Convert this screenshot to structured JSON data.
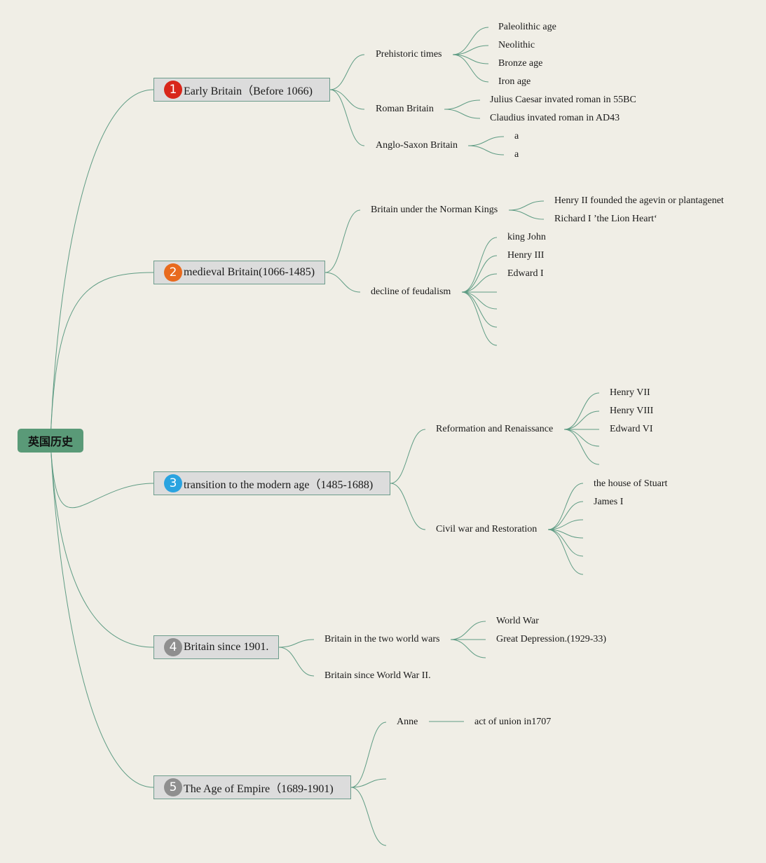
{
  "root": {
    "label": "英国历史"
  },
  "colors": {
    "line": "#5f9c84",
    "root_bg": "#5a9a78",
    "badge_red": "#d8261a",
    "badge_orange": "#e86a1e",
    "badge_blue": "#2aa3e0",
    "badge_gray": "#8f8f8f"
  },
  "branches": [
    {
      "num": "1",
      "label": "Early Britain（Before 1066)",
      "children": [
        {
          "label": "Prehistoric times",
          "children": [
            "Paleolithic age",
            "Neolithic",
            "Bronze age",
            "Iron age"
          ]
        },
        {
          "label": "Roman Britain",
          "children": [
            "Julius Caesar invated roman in 55BC",
            "Claudius invated roman in AD43"
          ]
        },
        {
          "label": "Anglo-Saxon Britain",
          "children": [
            "a",
            "a"
          ]
        }
      ]
    },
    {
      "num": "2",
      "label": "medieval Britain(1066-1485)",
      "children": [
        {
          "label": "Britain under the Norman Kings",
          "children": [
            "Henry II founded the agevin or plantagenet",
            "Richard I ’the Lion Heart‘"
          ]
        },
        {
          "label": "decline of feudalism",
          "children": [
            "king John",
            "Henry III",
            "Edward I",
            "",
            "",
            "",
            ""
          ]
        }
      ]
    },
    {
      "num": "3",
      "label": "transition to the modern age（1485-1688)",
      "children": [
        {
          "label": "Reformation and Renaissance",
          "children": [
            "Henry VII",
            "Henry VIII",
            "Edward VI",
            "",
            ""
          ]
        },
        {
          "label": "Civil war and Restoration",
          "children": [
            "the house of Stuart",
            "James I",
            "",
            "",
            "",
            ""
          ]
        }
      ]
    },
    {
      "num": "4",
      "label": "Britain since 1901.",
      "children": [
        {
          "label": "Britain in the two world wars",
          "children": [
            "World War",
            "Great Depression.(1929-33)",
            ""
          ]
        },
        {
          "label": "Britain since World War II.",
          "children": []
        }
      ]
    },
    {
      "num": "5",
      "label": "The Age of Empire（1689-1901)",
      "children": [
        {
          "label": "Anne",
          "children": [
            "act of union in1707"
          ]
        },
        {
          "label": "",
          "children": []
        },
        {
          "label": "",
          "children": []
        }
      ]
    }
  ]
}
